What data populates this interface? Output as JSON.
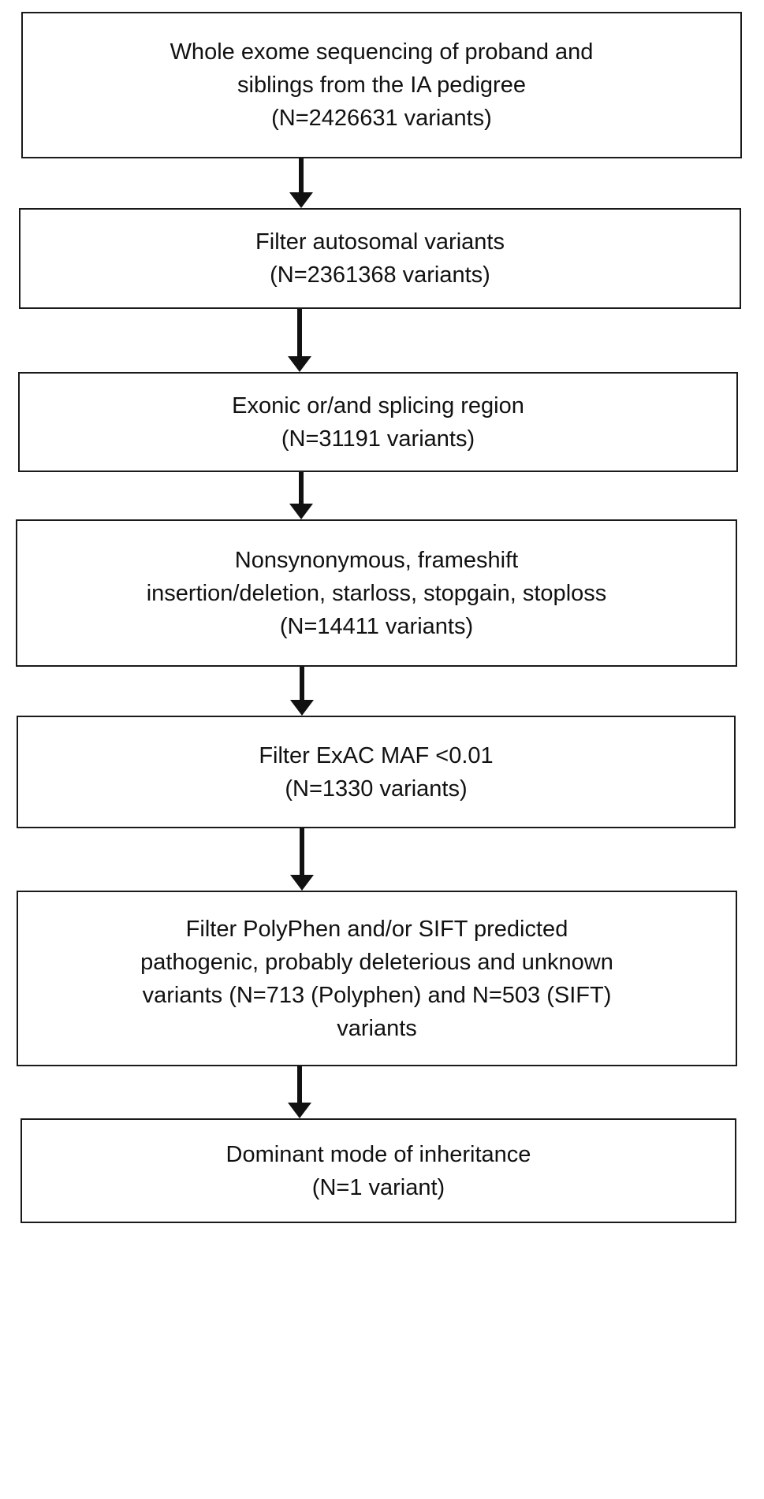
{
  "steps": [
    {
      "lines": [
        "Whole exome sequencing of proband and",
        "siblings from the IA pedigree",
        "(N=2426631 variants)"
      ]
    },
    {
      "lines": [
        "Filter autosomal variants",
        "(N=2361368 variants)"
      ]
    },
    {
      "lines": [
        "Exonic or/and splicing region",
        "(N=31191 variants)"
      ]
    },
    {
      "lines": [
        "Nonsynonymous, frameshift",
        "insertion/deletion, starloss, stopgain, stoploss",
        "(N=14411 variants)"
      ]
    },
    {
      "lines": [
        "Filter ExAC MAF <0.01",
        "(N=1330 variants)"
      ]
    },
    {
      "lines": [
        "Filter PolyPhen and/or SIFT predicted",
        "pathogenic, probably deleterious and unknown",
        "variants (N=713 (Polyphen) and N=503 (SIFT)",
        "variants"
      ]
    },
    {
      "lines": [
        "Dominant mode of inheritance",
        "(N=1 variant)"
      ]
    }
  ]
}
